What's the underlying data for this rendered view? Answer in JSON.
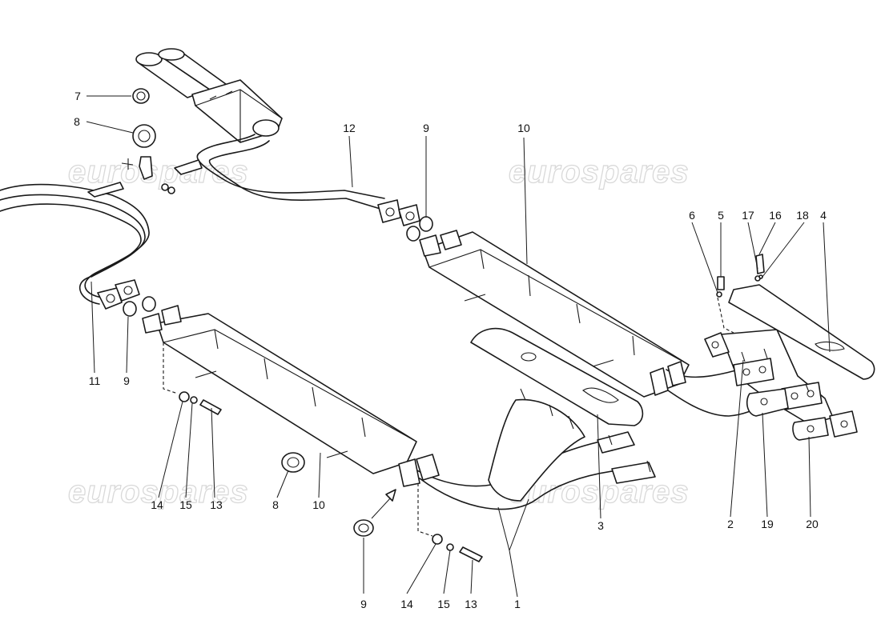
{
  "watermark": {
    "text": "eurospares",
    "color": "#d9d9d9"
  },
  "callouts": {
    "c7": "7",
    "c8a": "8",
    "c12": "12",
    "c9a": "9",
    "c10a": "10",
    "c6": "6",
    "c5": "5",
    "c17": "17",
    "c16": "16",
    "c18": "18",
    "c4": "4",
    "c11": "11",
    "c9b": "9",
    "c14a": "14",
    "c15a": "15",
    "c13a": "13",
    "c8b": "8",
    "c10b": "10",
    "c3": "3",
    "c2": "2",
    "c19": "19",
    "c20": "20",
    "c9c": "9",
    "c14b": "14",
    "c15b": "15",
    "c13b": "13",
    "c1": "1"
  }
}
